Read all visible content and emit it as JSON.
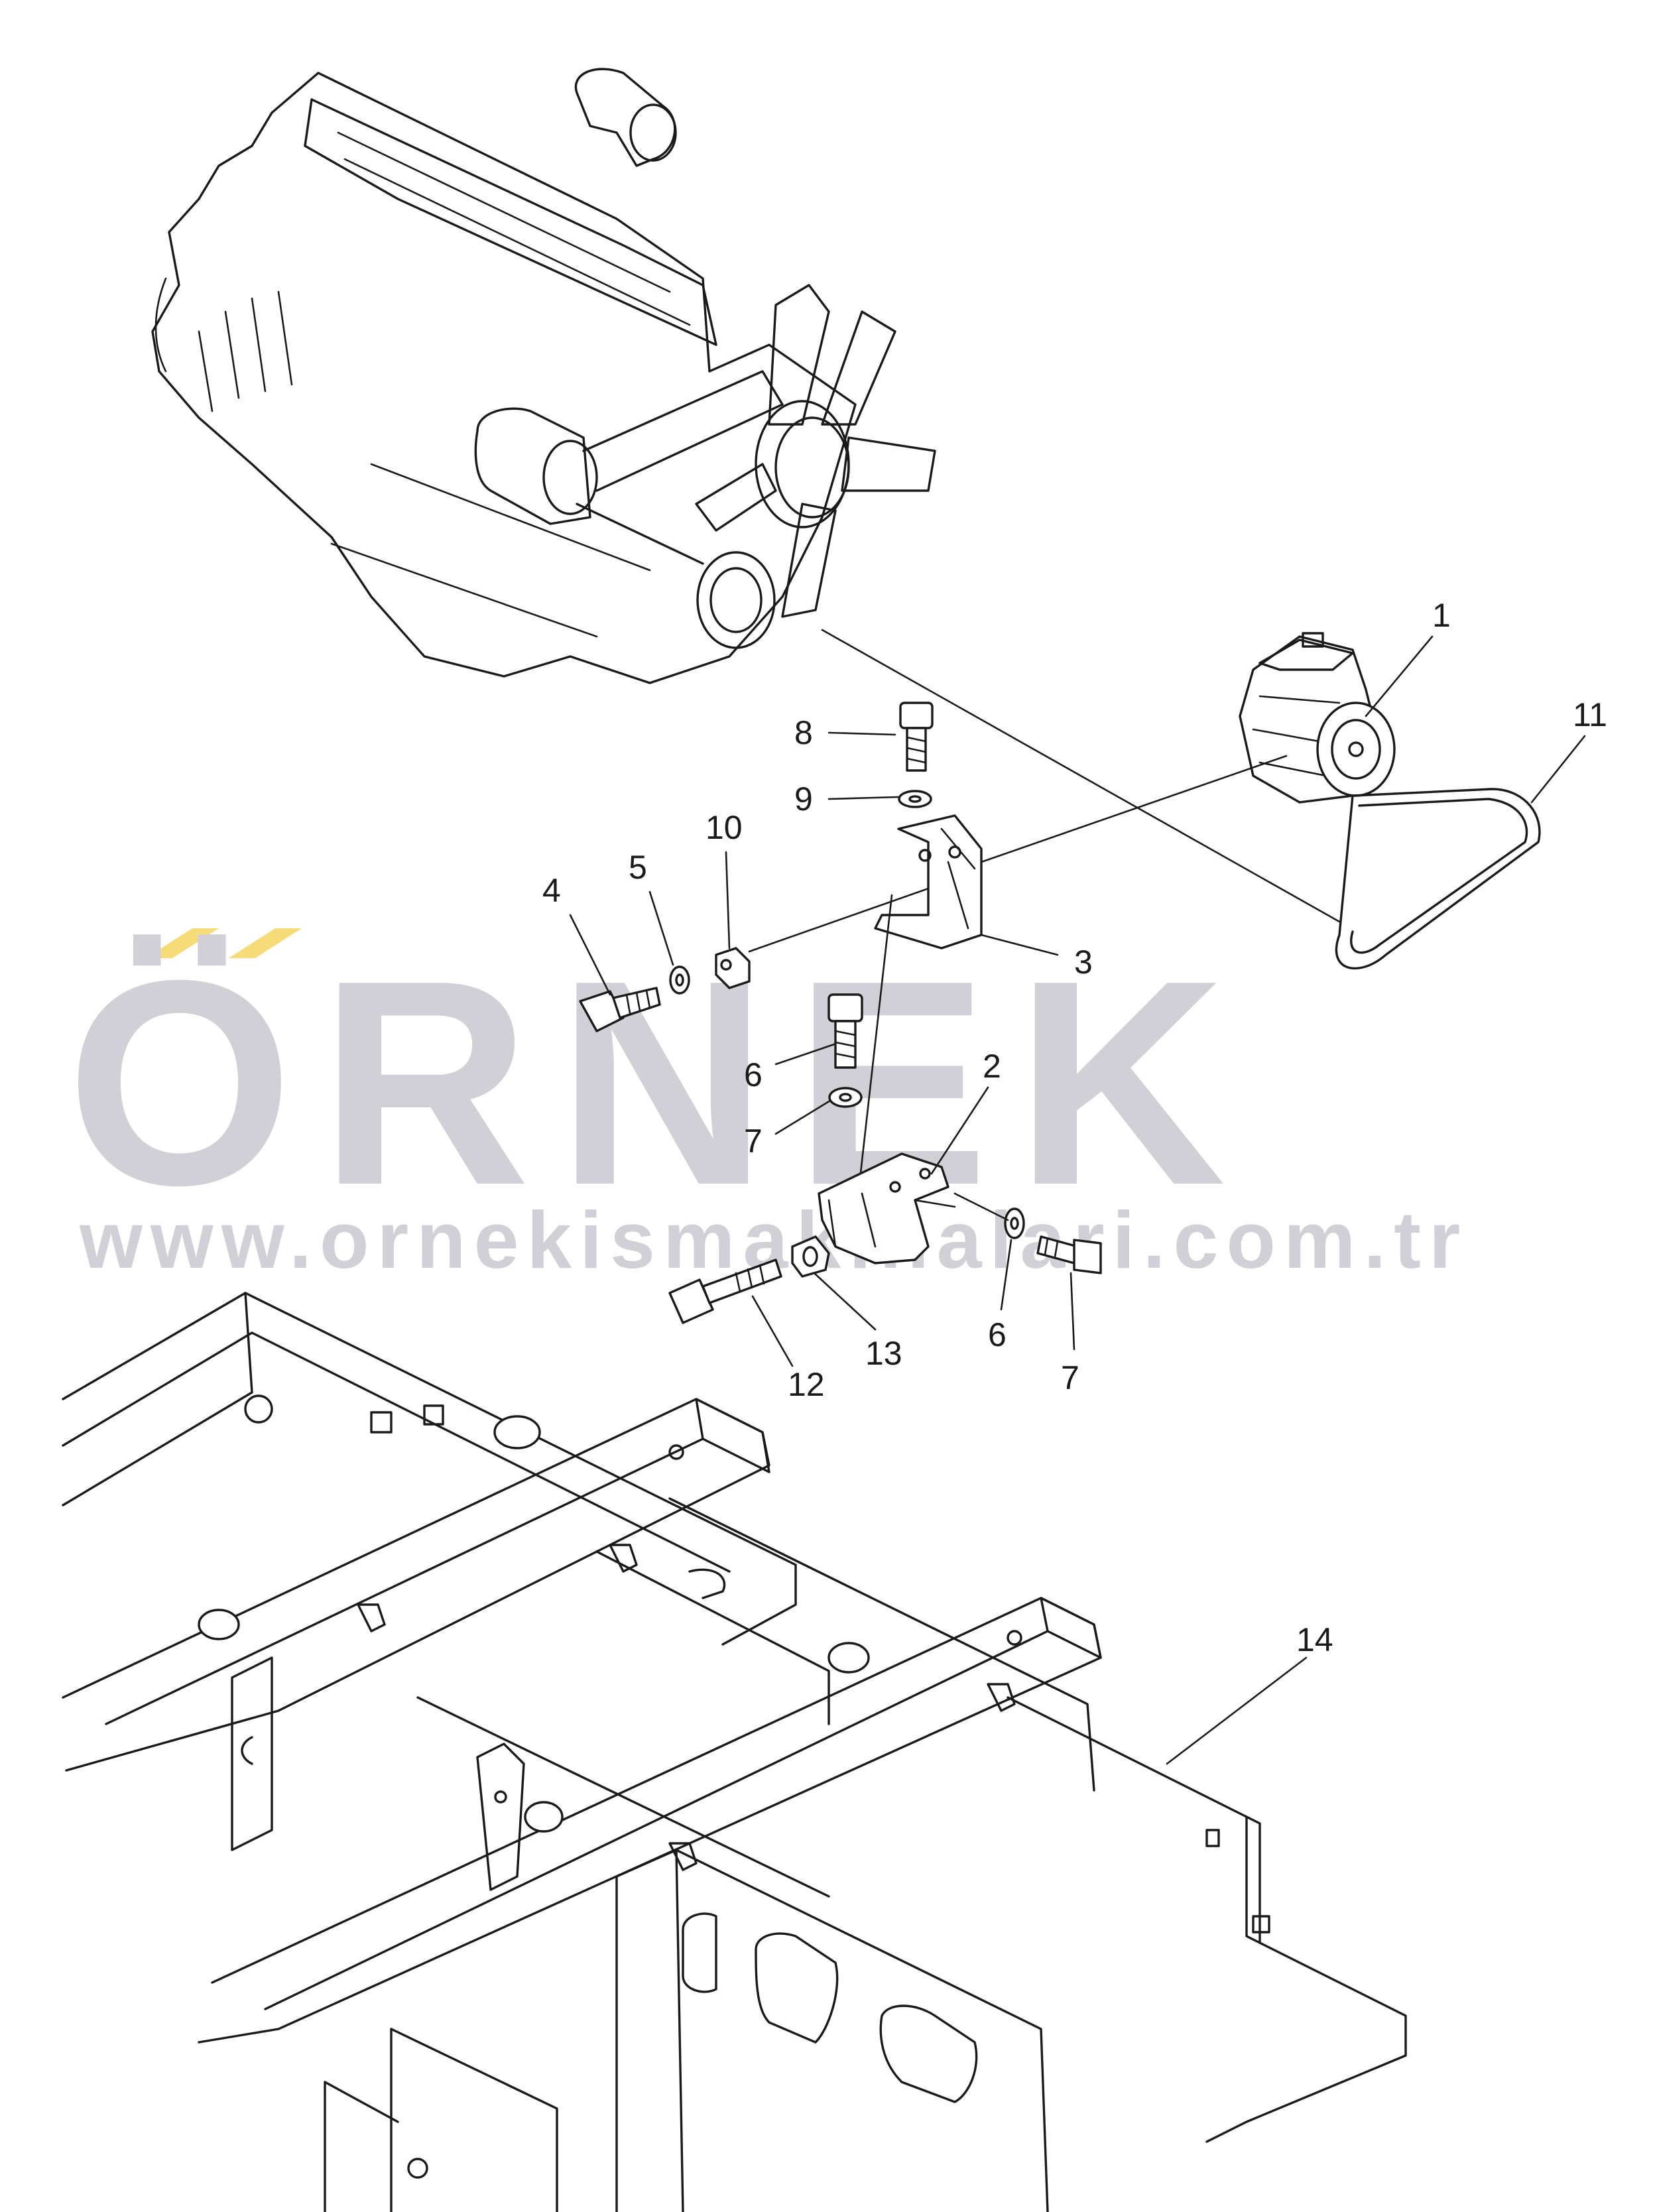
{
  "colors": {
    "line": "#1a1a1a",
    "watermark_text": "#d0d0d6",
    "watermark_accent": "#f6dc78"
  },
  "watermark": {
    "brand": "ÖRNEK",
    "url": "www.ornekismakinalari.com.tr"
  },
  "callouts": [
    {
      "id": "c1",
      "label": "1"
    },
    {
      "id": "c11",
      "label": "11"
    },
    {
      "id": "c8",
      "label": "8"
    },
    {
      "id": "c9",
      "label": "9"
    },
    {
      "id": "c10",
      "label": "10"
    },
    {
      "id": "c5",
      "label": "5"
    },
    {
      "id": "c4",
      "label": "4"
    },
    {
      "id": "c3",
      "label": "3"
    },
    {
      "id": "c2",
      "label": "2"
    },
    {
      "id": "c6a",
      "label": "6"
    },
    {
      "id": "c7a",
      "label": "7"
    },
    {
      "id": "c12",
      "label": "12"
    },
    {
      "id": "c13",
      "label": "13"
    },
    {
      "id": "c6b",
      "label": "6"
    },
    {
      "id": "c7b",
      "label": "7"
    },
    {
      "id": "c14",
      "label": "14"
    }
  ]
}
